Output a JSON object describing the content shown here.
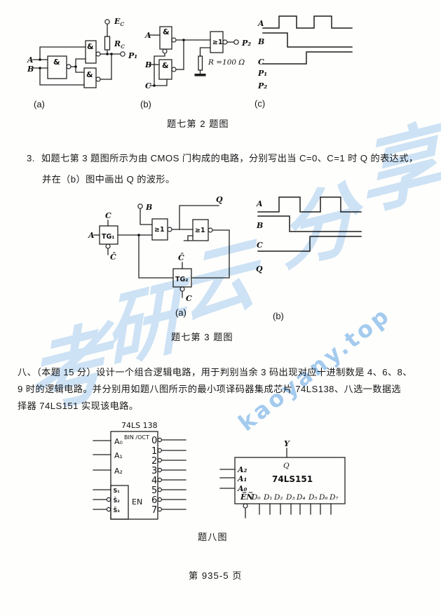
{
  "captions": {
    "fig7_2": "题七第 2 题图",
    "fig7_3": "题七第 3 题图",
    "fig8": "题八图",
    "sub_a1": "(a)",
    "sub_b1": "(b)",
    "sub_c1": "(c)",
    "sub_a2": "(a)",
    "sub_b2": "(b)"
  },
  "q3": {
    "num": "3.",
    "line1": "如题七第 3 题图所示为由 CMOS 门构成的电路，分别写出当 C=0、C=1 时 Q 的表达式，",
    "line2": "并在（b）图中画出 Q 的波形。"
  },
  "q8": {
    "line1": "八、（本题 15 分）设计一个组合逻辑电路，用于判别当余 3 码出现对应十进制数是 4、6、8、",
    "line2": "9 时的逻辑电路。并分别用如题八图所示的最小项译码器集成芯片 74LS138、八选一数据选",
    "line3": "择器 74LS151 实现该电路。"
  },
  "footer": {
    "page_label": "第 935-5 页"
  },
  "circuit1": {
    "and": "&",
    "in_a": "A",
    "in_b": "B",
    "ec_main": "E",
    "ec_sub": "c",
    "rc_main": "R",
    "rc_sub": "c",
    "p1": "P₁"
  },
  "circuit2": {
    "and": "&",
    "or": "≥1",
    "in_a": "A",
    "in_b": "B",
    "in_c": "C",
    "r_label": "R =100 Ω",
    "p2": "P₂"
  },
  "wave1": {
    "rows": [
      "A",
      "B",
      "C",
      "P₁",
      "P₂"
    ]
  },
  "circuit3": {
    "tg1": "TG₁",
    "tg2": "TG₂",
    "or1": "≥1",
    "or2": "≥1",
    "in_a": "A",
    "in_b": "B",
    "q": "Q",
    "c_top": "C",
    "cbar_bot": "C̄",
    "cbar_top": "C̄",
    "c_bot": "C"
  },
  "wave2": {
    "rows": [
      "A",
      "B",
      "C",
      "Q"
    ]
  },
  "chip138": {
    "title": "74LS 138",
    "func": "BIN /OCT",
    "a0": "A₀",
    "a1": "A₁",
    "a2": "A₂",
    "s1": "S₁",
    "s2": "S̄₂",
    "s3": "S̄₃",
    "en": "EN",
    "outputs": [
      "0",
      "1",
      "2",
      "3",
      "4",
      "5",
      "6",
      "7"
    ]
  },
  "chip151": {
    "y": "Y",
    "q": "Q",
    "title": "74LS151",
    "a2": "A₂",
    "a1": "A₁",
    "a0": "A₀",
    "en": "E̅N̅",
    "d": [
      "D₀",
      "D₁",
      "D₂",
      "D₃",
      "D₄",
      "D₅",
      "D₆",
      "D₇"
    ]
  },
  "watermark": {
    "site": "kaoyany.top",
    "chars": [
      "考",
      "研",
      "云",
      "分",
      "享"
    ]
  }
}
